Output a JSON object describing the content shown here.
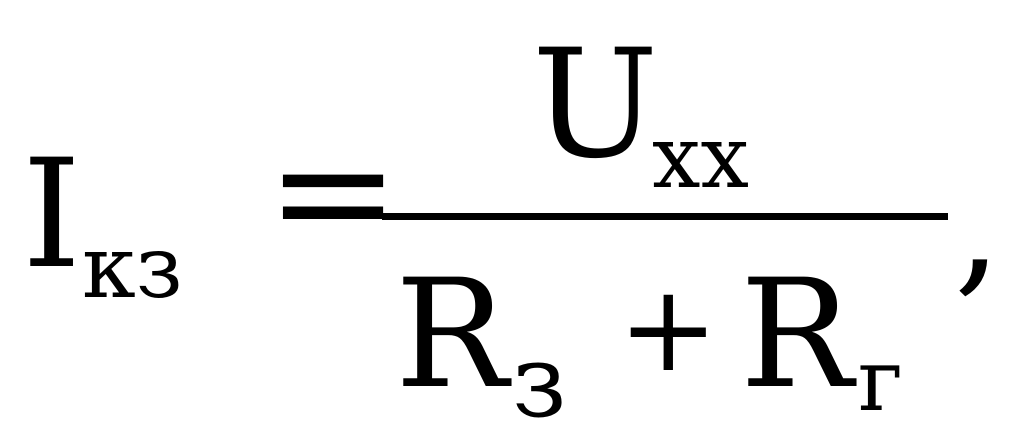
{
  "formula": {
    "lhs_symbol": "I",
    "lhs_subscript": "кз",
    "equals_sign": "=",
    "numerator_symbol": "U",
    "numerator_subscript": "хх",
    "denominator_term1_symbol": "R",
    "denominator_term1_subscript": "з",
    "plus_sign": "+",
    "denominator_term2_symbol": "R",
    "denominator_term2_subscript": "г",
    "trailing_comma": ","
  },
  "colors": {
    "text": "#000000",
    "background": "#ffffff"
  }
}
